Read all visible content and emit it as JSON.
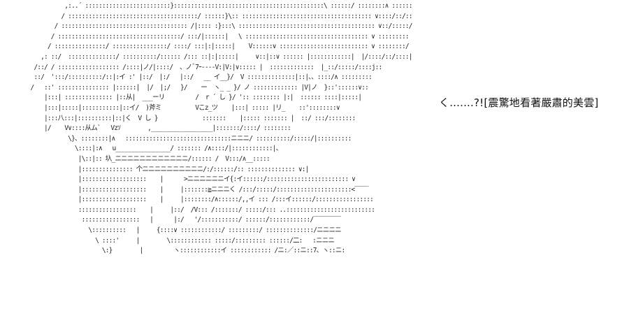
{
  "caption": "く.......?![震驚地看著嚴肅的美雲]",
  "ascii_art": [
    "              ,:..´ :::::::::::::::::::::::::}::::::::::::::::::::::::::::::::::::::::::::\\ ::::::/ ::::::::∧ ::::::::::::",
    "             / ::::::::::::::::::::::::::::::::::::::/ ::::::}\\:: :::::::::::::::::::::::::::::::::::::: ∨::::/::/::::∧ ::::::::::",
    "           / ::::::::::::::::::::::::::::::::::::: /|:::: :}:::\\ :::::::::::::::::::::::::::::::::::::::: ∨::/:::::/:/::::∧ ::::::::",
    "          / ::::::::::::::::::::::::::::::::::::/ :::/|::::::|   \\ :::::::::::::::::::::::::::::::::::: ∨ ::::::::: ∧ ::::::::",
    "         / :::::::::::::::/ ::::::::::::::::/ ::::/ :::|:|:::::|    V::::::∨ :::::::::::::::::::::::::: ∨ ::::::::/ ::|::::",
    "       ,: ::/  ::::::::::::::/ ::::::::::/:::::: /::: ::|:|:::::|     ∨::|::∨ :::::: |::::::::::::|  |/::::/::/::::|::",
    "     /::/ / :::::::::::::::::: /::::|ノ/|::::/  、ノﾞ7ｰ‐‐‐‐V:|V:|∨::::: |  :::::::::::::  |_::/:::::/::::j::",
    "     ::/  ':::/::::::::::/::|:イ :' |::/  |:/   |::/   __ イ__}/  V ::::::::::::::|::|、、::::/∧ :::::::::",
    "    /   ::' ::::::::::::::: |::::::|  |/  |;/   }/    ー  ヽ_ _ }/ ノ ::::::::::::: |V|ノ  }::'::::::∨::",
    "        |:::| :::::::::::::: |::从|  ___ーリ         /  r ´ し }/ ':: :::::::: |:|  :::::: ::::|:::::|",
    "        |:::|:::::|:::::::::::|::イ/  )斧ミ          Vこz_ツ    |:::| ::::: |リ_    ::'::::::::∨",
    "        |:::八:::|::::::::::|::|く  V し }             :::::::    |::::: ::::::: |  ::/ :::/::::::::",
    "        |/    V∨::::从ム`   Vzｿ        ,__________________|:::::::/::::/ ::::::::",
    "               \\}、::::::::|∧   :::::::::::::::::::::::::::::::ニニニ/ ::::::::::/:::::/|::::::::::",
    "                 \\::::|:∧   u________________/ ::::::: /∧::::/|::::::::::::|、",
    "                  |\\::|:: 圦_ニニニニニニニニニニニニ/:::::: /  V:::/∧__:::::",
    "                  |::::::::::::::: 个ニニニニニニニニニニ/:/::::::/:: :::::::::::::: ∨:|",
    "                  |:::::::::::::::::::    |      >ニニニニニニイ{:イ::::::/:::::::::::::::::::::::: ∨",
    "                  |:::::::::::::::::::    |     |:::::::≧ニニニく /:::/:::::/::::::::::::::::::::::<‾‾‾‾",
    "                  |:::::::::::::::::::    |     |::::::::/∧::::::/,,イ ::: /:::イ::::::/:::::::::::::::::",
    "                  :::::::::::::::::    |     |::/  /V::: /:::::::/ :::::/::: ..::::::::::::::::::::::::::",
    "                   :::::::::::::::::   |      |:/   '/:::::::::::/ ::::::/::::::::::::/‾‾‾‾‾‾‾‾",
    "                     \\::::::::::   |     {::::∨ ::::::::::::/ :::::::::/ ::::::::::::::/ニニニニ",
    "                       \\ ::::'     |        \\:::::::::::: :::::/::::::::: ::::::/二:   :ニニニ",
    "                         \\:}        |         ヽ::::::::::::イ :::::::::::: /ニ:／::ニ::7、ヽ::ニ:"
  ]
}
